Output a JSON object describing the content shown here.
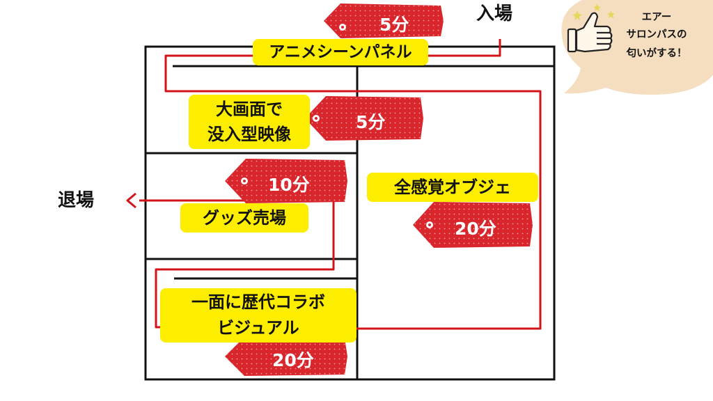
{
  "entrance_label": "入場",
  "exit_label": "退場",
  "zones": [
    {
      "id": "anime",
      "label": "アニメシーンパネル"
    },
    {
      "id": "immersive",
      "line1": "大画面で",
      "line2": "没入型映像"
    },
    {
      "id": "goods",
      "label": "グッズ売場"
    },
    {
      "id": "objet",
      "label": "全感覚オブジェ"
    },
    {
      "id": "collab",
      "line1": "一面に歴代コラボ",
      "line2": "ビジュアル"
    }
  ],
  "times": [
    {
      "zone": "anime",
      "label": "5分"
    },
    {
      "zone": "immersive",
      "label": "5分"
    },
    {
      "zone": "goods",
      "label": "10分"
    },
    {
      "zone": "objet",
      "label": "20分"
    },
    {
      "zone": "collab",
      "label": "20分"
    }
  ],
  "bubble": {
    "lines": [
      "エアー",
      "サロンパスの",
      "匂いがする！"
    ],
    "icon": "thumbs-up-icon"
  },
  "colors": {
    "tag_red": "#d8262c",
    "highlight_yellow": "#fdee00",
    "route_red": "#d2141a",
    "bubble_fill": "#f5dec0"
  }
}
